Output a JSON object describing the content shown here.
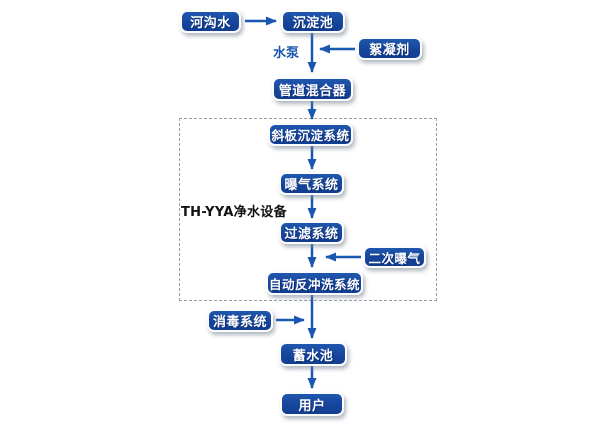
{
  "diagram": {
    "type": "flowchart",
    "background": "#ffffff",
    "colors": {
      "node_fill": "#16459b",
      "node_fill_top": "#2057ae",
      "node_fill_bottom": "#123e92",
      "node_border": "#fbfcfe",
      "node_text": "#ffffff",
      "arrow": "#1a57b0",
      "edge_label_text": "#1a57b0",
      "group_border": "#9e9e9e",
      "group_label_text": "#111111"
    },
    "nodes": [
      {
        "id": "river-water",
        "label": "河沟水"
      },
      {
        "id": "sedimentation-tank",
        "label": "沉淀池"
      },
      {
        "id": "flocculant",
        "label": "絮凝剂"
      },
      {
        "id": "pipe-mixer",
        "label": "管道混合器"
      },
      {
        "id": "inclined-plate-sedimentation-system",
        "label": "斜板沉淀系统"
      },
      {
        "id": "aeration-system",
        "label": "曝气系统"
      },
      {
        "id": "filtration-system",
        "label": "过滤系统"
      },
      {
        "id": "secondary-aeration",
        "label": "二次曝气"
      },
      {
        "id": "auto-backwash-system",
        "label": "自动反冲洗系统"
      },
      {
        "id": "disinfection-system",
        "label": "消毒系统"
      },
      {
        "id": "storage-tank",
        "label": "蓄水池"
      },
      {
        "id": "users",
        "label": "用户"
      }
    ],
    "edge_label_pump": "水泵",
    "group": {
      "label": "TH-YYA净水设备",
      "members": [
        "inclined-plate-sedimentation-system",
        "aeration-system",
        "filtration-system",
        "secondary-aeration",
        "auto-backwash-system"
      ]
    },
    "edges": [
      {
        "from": "river-water",
        "to": "sedimentation-tank"
      },
      {
        "from": "sedimentation-tank",
        "to": "pipe-mixer",
        "label": "水泵"
      },
      {
        "from": "flocculant",
        "to": "pipe-mixer"
      },
      {
        "from": "pipe-mixer",
        "to": "inclined-plate-sedimentation-system"
      },
      {
        "from": "inclined-plate-sedimentation-system",
        "to": "aeration-system"
      },
      {
        "from": "aeration-system",
        "to": "filtration-system"
      },
      {
        "from": "filtration-system",
        "to": "auto-backwash-system"
      },
      {
        "from": "secondary-aeration",
        "to": "auto-backwash-system"
      },
      {
        "from": "auto-backwash-system",
        "to": "storage-tank"
      },
      {
        "from": "disinfection-system",
        "to": "storage-tank"
      },
      {
        "from": "storage-tank",
        "to": "users"
      }
    ]
  }
}
